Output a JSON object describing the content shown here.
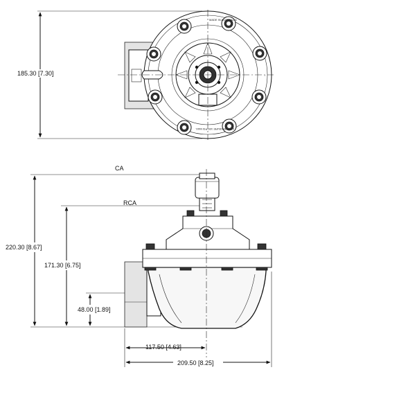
{
  "top_view": {
    "height_dim": "185.30 [7.30]",
    "marking_top": "MADE IN AUSTRALIA",
    "marking_bottom": "AIR  PRESSURE  100  PSI  MAX."
  },
  "side_view": {
    "label_ca": "CA",
    "label_rca": "RCA",
    "dim_total_height": "220.30 [8.67]",
    "dim_rca_height": "171.30 [6.75]",
    "dim_port_height": "48.00 [1.89]",
    "dim_half_width": "117.50 [4.63]",
    "dim_full_width": "209.50 [8.25]"
  }
}
